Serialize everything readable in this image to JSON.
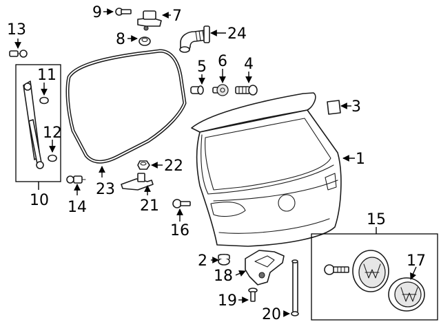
{
  "callouts": {
    "c1": "1",
    "c2": "2",
    "c3": "3",
    "c4": "4",
    "c5": "5",
    "c6": "6",
    "c7": "7",
    "c8": "8",
    "c9": "9",
    "c10": "10",
    "c11": "11",
    "c12": "12",
    "c13": "13",
    "c14": "14",
    "c15": "15",
    "c16": "16",
    "c17": "17",
    "c18": "18",
    "c19": "19",
    "c20": "20",
    "c21": "21",
    "c22": "22",
    "c23": "23",
    "c24": "24"
  },
  "colors": {
    "line": "#1a1a1a",
    "background": "#ffffff",
    "shade": "#e6e6e6"
  }
}
